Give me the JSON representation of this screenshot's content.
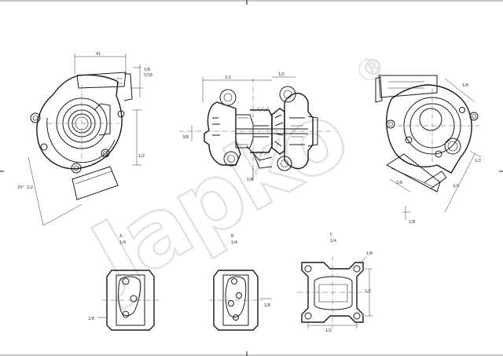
{
  "watermark": {
    "brand": "Japko",
    "reg_mark": "®"
  },
  "views": {
    "front_left": {
      "dim_top": "41",
      "dim_right_a": "1/8",
      "dim_right_b": "5/16",
      "dim_angle": "25°",
      "dim_side": "1/2",
      "dim_height": "1/2"
    },
    "section": {
      "dim_width": "1/2",
      "dim_top_right": "1/2",
      "dim_left": "3/8",
      "note": "1/8"
    },
    "rear_right": {
      "dim_top": "1/8",
      "dim_right": "1/2",
      "dim_diag": "1/2",
      "dim_bottom": "1/8",
      "note": "1/8"
    }
  },
  "details": {
    "a": {
      "label": "A",
      "sublabel": "1/4",
      "dim": "1/8"
    },
    "b": {
      "label": "B",
      "sublabel": "1/4",
      "dim": "1/8"
    },
    "c": {
      "label": "C",
      "sublabel": "1/4",
      "dim_right": "1/2",
      "dim_bottom": "1/2",
      "dim_hole": "1/8"
    }
  }
}
